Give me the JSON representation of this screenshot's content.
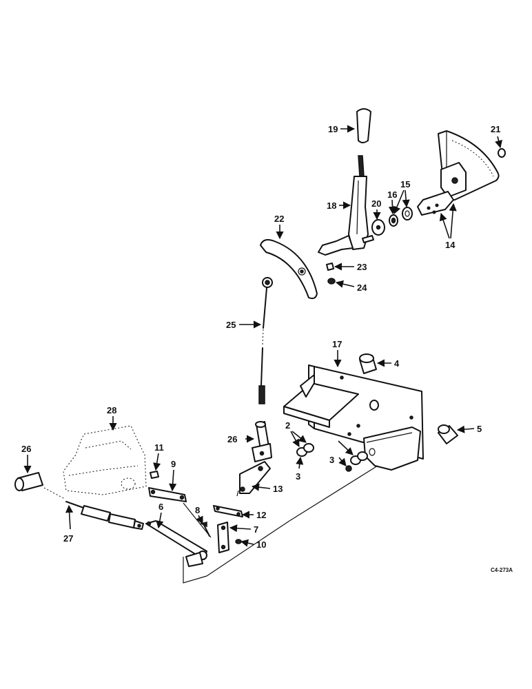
{
  "diagram_code": "C4-273A",
  "callouts": [
    {
      "id": "c1",
      "label": "2"
    },
    {
      "id": "c2",
      "label": "3"
    },
    {
      "id": "c3",
      "label": "3"
    },
    {
      "id": "c4",
      "label": "4"
    },
    {
      "id": "c5",
      "label": "5"
    },
    {
      "id": "c6",
      "label": "6"
    },
    {
      "id": "c7",
      "label": "7"
    },
    {
      "id": "c8",
      "label": "8"
    },
    {
      "id": "c9",
      "label": "9"
    },
    {
      "id": "c10",
      "label": "10"
    },
    {
      "id": "c11",
      "label": "11"
    },
    {
      "id": "c12",
      "label": "12"
    },
    {
      "id": "c13",
      "label": "13"
    },
    {
      "id": "c14",
      "label": "14"
    },
    {
      "id": "c15",
      "label": "15"
    },
    {
      "id": "c16",
      "label": "16"
    },
    {
      "id": "c17",
      "label": "17"
    },
    {
      "id": "c18",
      "label": "18"
    },
    {
      "id": "c19",
      "label": "19"
    },
    {
      "id": "c20",
      "label": "20"
    },
    {
      "id": "c21",
      "label": "21"
    },
    {
      "id": "c22",
      "label": "22"
    },
    {
      "id": "c23",
      "label": "23"
    },
    {
      "id": "c24",
      "label": "24"
    },
    {
      "id": "c25",
      "label": "25"
    },
    {
      "id": "c26a",
      "label": "26"
    },
    {
      "id": "c26b",
      "label": "26"
    },
    {
      "id": "c27",
      "label": "27"
    },
    {
      "id": "c28",
      "label": "28"
    }
  ]
}
